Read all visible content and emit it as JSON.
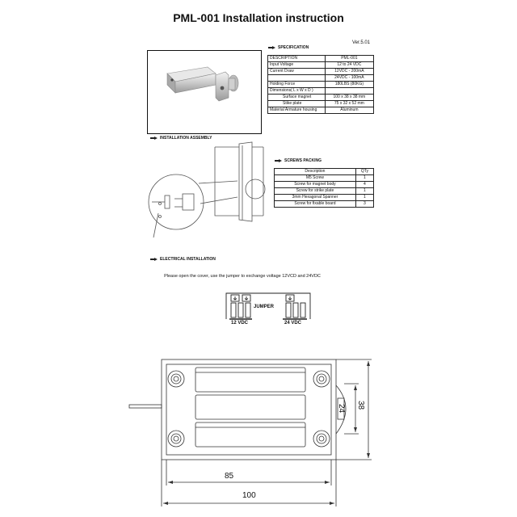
{
  "title": "PML-001 Installation instruction",
  "version": "Ver.5.01",
  "sections": {
    "specification": "SPECIFICATION",
    "installation": "INSTALLATION ASSEMBLY",
    "screws": "SCREWS PACKING",
    "electrical": "ELECTRICAL INSTALLATION"
  },
  "spec_table": [
    [
      "DESCRIPTION",
      "PML-001"
    ],
    [
      "Input Voltage",
      "12 to 24 VDC"
    ],
    [
      "Current Draw",
      "12VDC - 200mA"
    ],
    [
      "",
      "24VDC - 100mA"
    ],
    [
      "Holding Force",
      "180LBS (80KG)"
    ],
    [
      "Dimensions( L x W x D )",
      ""
    ],
    [
      "Surface magnet",
      "100 x 38 x 38 mm"
    ],
    [
      "Stike plate",
      "75 x 32 x 52 mm"
    ],
    [
      "Material   Armature housing",
      "Aluminum"
    ]
  ],
  "screws_table": [
    [
      "Description",
      "QTy"
    ],
    [
      "M5 Screw",
      "1"
    ],
    [
      "Screw for magnet body",
      "4"
    ],
    [
      "Screw for strike plate",
      "1"
    ],
    [
      "3mm Hexagonal Spanner",
      "1"
    ],
    [
      "Screw for fixable board",
      "3"
    ]
  ],
  "electrical_note": "Please open the cover, use the jumper to exchange voltage 12VCD and 24VDC",
  "jumper": {
    "label": "JUMPER",
    "left_label": "12 VDC",
    "right_label": "24 VDC"
  },
  "drawing": {
    "dim_length_outer": "100",
    "dim_length_inner": "85",
    "dim_height_outer": "38",
    "dim_height_inner": "24"
  }
}
